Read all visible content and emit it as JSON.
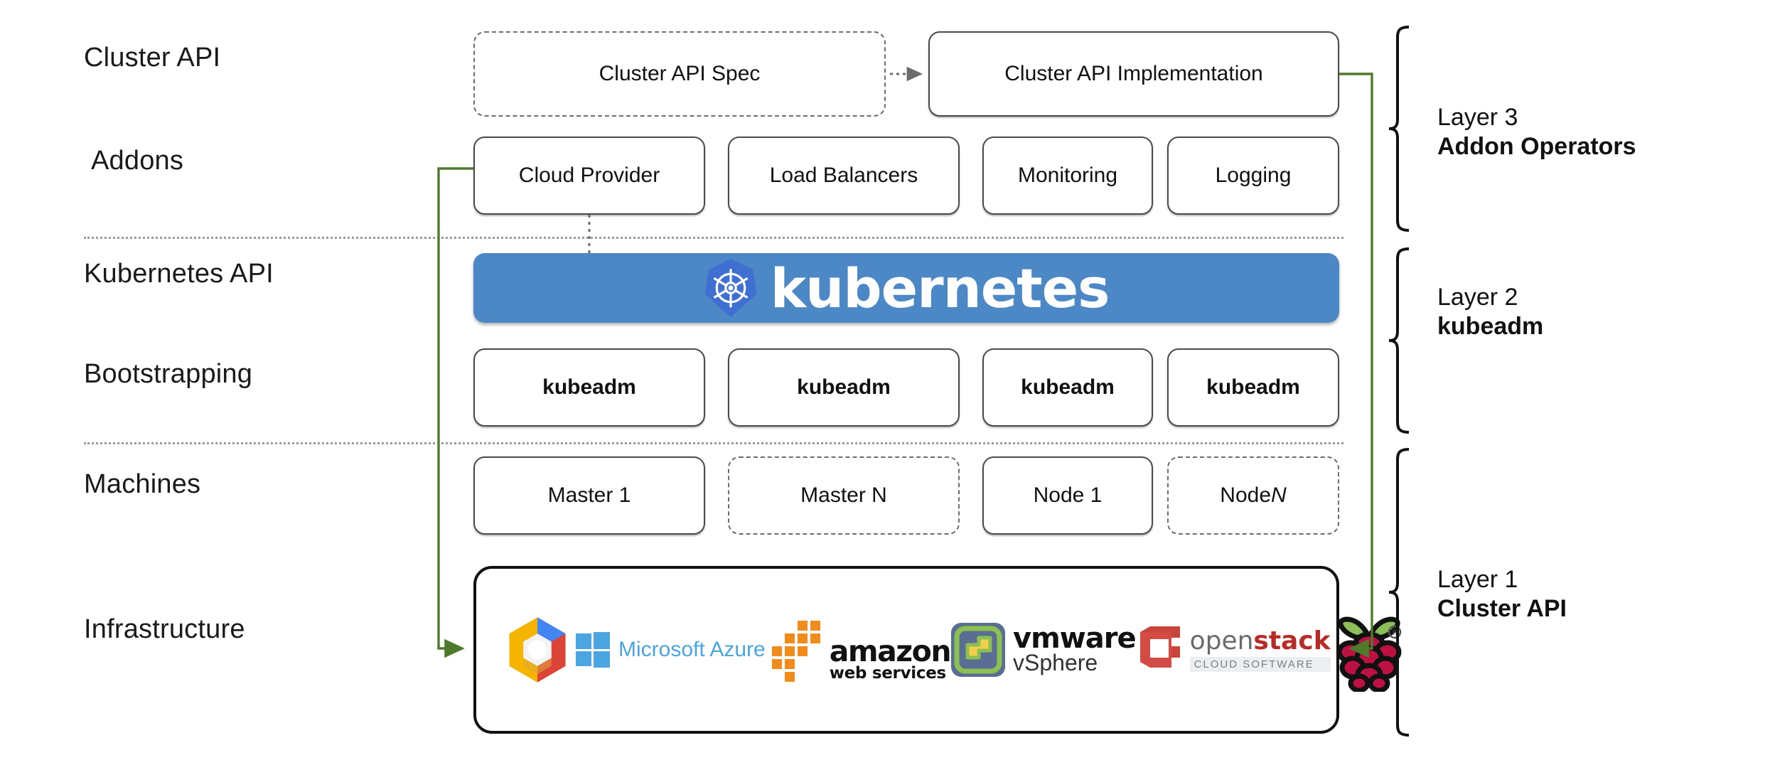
{
  "diagram": {
    "title": "Kubernetes Cluster API layered architecture",
    "accent_green": "#4f7a2c",
    "kube_blue": "#4c87c6",
    "kube_logo_blue": "#3f6fd0"
  },
  "row_labels": [
    {
      "id": "cluster-api",
      "text": "Cluster API"
    },
    {
      "id": "addons",
      "text": "Addons"
    },
    {
      "id": "kubernetes-api",
      "text": "Kubernetes API"
    },
    {
      "id": "bootstrapping",
      "text": "Bootstrapping"
    },
    {
      "id": "machines",
      "text": "Machines"
    },
    {
      "id": "infrastructure",
      "text": "Infrastructure"
    }
  ],
  "cluster_api_row": [
    {
      "id": "cluster-api-spec",
      "label": "Cluster API Spec",
      "style": "dashed"
    },
    {
      "id": "cluster-api-implementation",
      "label": "Cluster API Implementation",
      "style": "solid"
    }
  ],
  "addons_row": [
    {
      "id": "cloud-provider",
      "label": "Cloud Provider"
    },
    {
      "id": "load-balancers",
      "label": "Load Balancers"
    },
    {
      "id": "monitoring",
      "label": "Monitoring"
    },
    {
      "id": "logging",
      "label": "Logging"
    }
  ],
  "kubernetes_banner": {
    "label": "kubernetes",
    "logo": "kubernetes-helm-icon"
  },
  "bootstrapping_row": [
    {
      "id": "kubeadm-1",
      "label": "kubeadm"
    },
    {
      "id": "kubeadm-2",
      "label": "kubeadm"
    },
    {
      "id": "kubeadm-3",
      "label": "kubeadm"
    },
    {
      "id": "kubeadm-4",
      "label": "kubeadm"
    }
  ],
  "machines_row": [
    {
      "id": "master-1",
      "label": "Master 1",
      "style": "solid"
    },
    {
      "id": "master-n",
      "label": "Master N",
      "style": "dashed"
    },
    {
      "id": "node-1",
      "label": "Node 1",
      "style": "solid"
    },
    {
      "id": "node-n",
      "label_prefix": "Node ",
      "label_italic": "N",
      "style": "dashed"
    }
  ],
  "infrastructure_logos": [
    {
      "id": "google-cloud-platform",
      "name": "google-cloud-platform-logo",
      "text": ""
    },
    {
      "id": "microsoft-azure",
      "name": "microsoft-azure-logo",
      "text": "Microsoft Azure"
    },
    {
      "id": "amazon-web-services",
      "name": "aws-logo",
      "text": "amazon",
      "subtext": "web services"
    },
    {
      "id": "vmware-vsphere",
      "name": "vmware-vsphere-logo",
      "text": "vmware",
      "subtext": "vSphere"
    },
    {
      "id": "openstack",
      "name": "openstack-logo",
      "text": "openstack",
      "subtext": "CLOUD SOFTWARE"
    },
    {
      "id": "raspberry-pi",
      "name": "raspberry-pi-logo",
      "text": ""
    }
  ],
  "layers": [
    {
      "id": "layer-3",
      "number": "Layer 3",
      "name": "Addon Operators"
    },
    {
      "id": "layer-2",
      "number": "Layer 2",
      "name": "kubeadm"
    },
    {
      "id": "layer-1",
      "number": "Layer 1",
      "name": "Cluster API"
    }
  ],
  "connectors": [
    {
      "id": "spec-to-impl",
      "type": "dotted-arrow",
      "from": "cluster-api-spec",
      "to": "cluster-api-implementation"
    },
    {
      "id": "cloudprovider-to-k8s",
      "type": "dotted-line",
      "from": "cloud-provider",
      "to": "kubernetes-banner"
    },
    {
      "id": "cloudprovider-to-infra-left",
      "type": "green-arrow",
      "from": "cloud-provider",
      "to": "infrastructure"
    },
    {
      "id": "impl-to-infra-right",
      "type": "green-arrow",
      "from": "cluster-api-implementation",
      "to": "infrastructure"
    }
  ]
}
